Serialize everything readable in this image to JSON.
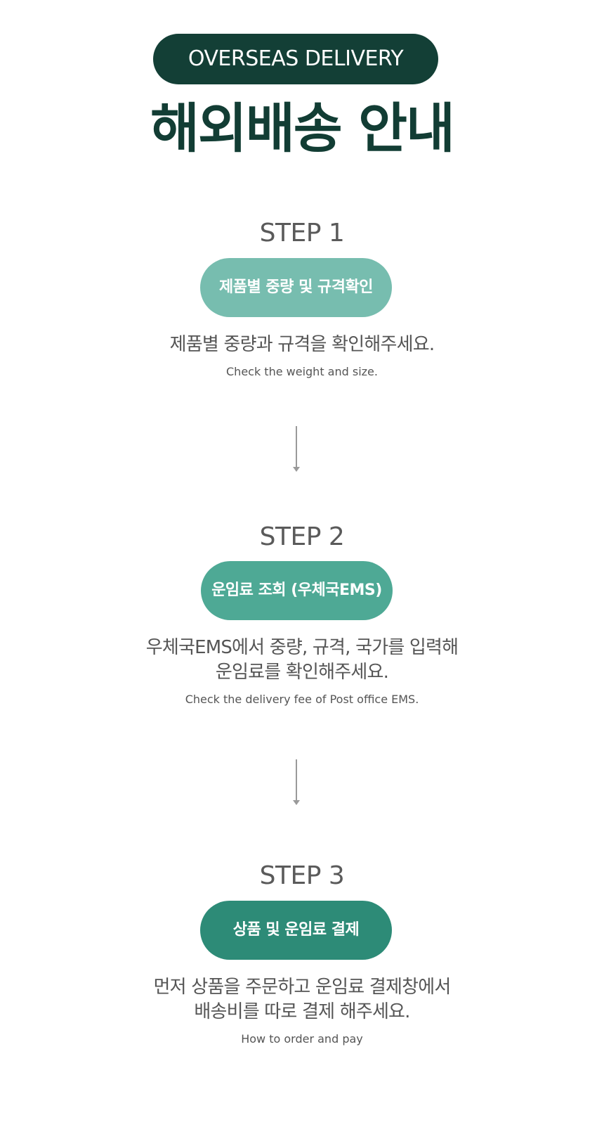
{
  "header": {
    "badge": "OVERSEAS DELIVERY",
    "title": "해외배송 안내"
  },
  "colors": {
    "header_dark": "#133f36",
    "step1_pill": "#77bdaf",
    "step2_pill": "#4ea995",
    "step3_pill": "#2d8b77",
    "text_gray": "#555555"
  },
  "steps": [
    {
      "label": "STEP 1",
      "pill": "제품별 중량 및 규격확인",
      "desc_ko_line1": "제품별 중량과 규격을 확인해주세요.",
      "desc_ko_line2": "",
      "desc_en": "Check the weight and size."
    },
    {
      "label": "STEP 2",
      "pill": "운임료 조회 (우체국EMS)",
      "desc_ko_line1": "우체국EMS에서 중량, 규격, 국가를 입력해",
      "desc_ko_line2": "운임료를 확인해주세요.",
      "desc_en": "Check the delivery fee of Post office EMS."
    },
    {
      "label": "STEP 3",
      "pill": "상품 및 운임료 결제",
      "desc_ko_line1": "먼저 상품을 주문하고 운임료 결제창에서",
      "desc_ko_line2": "배송비를 따로 결제 해주세요.",
      "desc_en": "How to order and pay"
    }
  ]
}
